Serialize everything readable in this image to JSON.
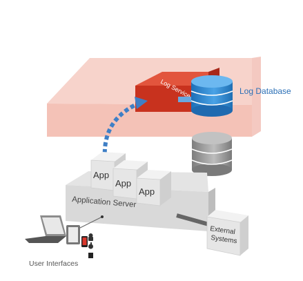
{
  "labels": {
    "log_database": "Log Database",
    "log_service": "Log Service",
    "app1": "App",
    "app2": "App",
    "app3": "App",
    "application_server": "Application Server",
    "external_line1": "External",
    "external_line2": "Systems",
    "user_interfaces": "User Interfaces"
  },
  "colors": {
    "log_service_red": "#c8321e",
    "log_plane_pink": "#f4c5bb",
    "database_blue": "#2e86cf",
    "database_gray": "#9a9a9a",
    "server_gray": "#d9d9d9",
    "arrow_blue": "#3f7fc6",
    "label_blue": "#2a6fb6",
    "connector_gray": "#666666"
  },
  "icons": [
    "laptop-icon",
    "tablet-icon",
    "phone-icon",
    "android-icon",
    "apple-icon",
    "windows-icon"
  ]
}
